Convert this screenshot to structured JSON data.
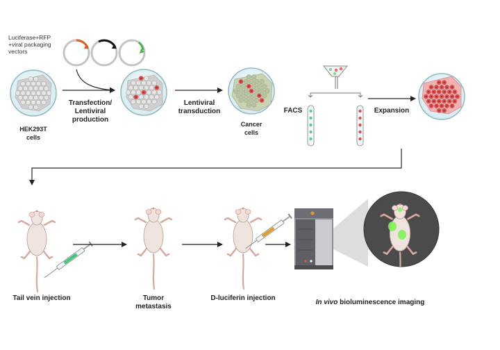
{
  "vectors_label": [
    "Luciferase+RFP",
    "+viral packaging",
    "vectors"
  ],
  "labels": {
    "hek": [
      "HEK293T",
      "cells"
    ],
    "transfection": [
      "Transfection/",
      "Lentiviral",
      "production"
    ],
    "lentiviral": [
      "Lentiviral",
      "transduction"
    ],
    "cancer": [
      "Cancer",
      "cells"
    ],
    "facs": "FACS",
    "expansion": "Expansion",
    "tail": "Tail vein injection",
    "tumor": [
      "Tumor",
      "metastasis"
    ],
    "luciferin": "D-luciferin injection",
    "imaging_italic": "In vivo",
    "imaging_rest": " bioluminescence imaging"
  },
  "colors": {
    "cell_fill": "#d8d8d8",
    "dish_fill": "#dceff3",
    "dish_stroke": "#8fb8c2",
    "red_cell": "#e84a4a",
    "green_cell": "#5ccf8a",
    "olive_cell": "#b7c49a",
    "mouse": "#efe3de",
    "mouse_tail": "#d7a9a0",
    "arrow": "#222222",
    "imager_dark": "#5e6066",
    "imager_mid": "#8b8d92",
    "circle_bg": "#4b4b4b",
    "signal_green": "#7ff25a",
    "syringe_orange": "#e49a2a",
    "syringe_green": "#46c67a",
    "vector_orange": "#e05a1c",
    "vector_black": "#111111",
    "vector_green": "#46b64a"
  }
}
